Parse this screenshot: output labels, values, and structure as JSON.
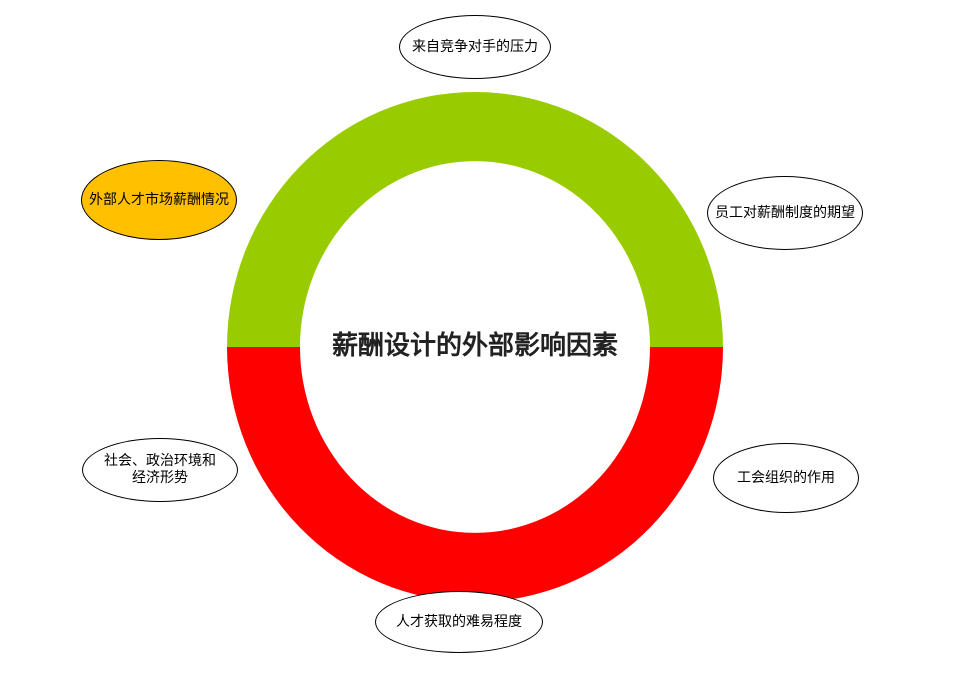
{
  "center": {
    "title": "薪酬设计的外部影响因素"
  },
  "ring": {
    "top_color": "#99cc00",
    "bottom_color": "#ff0000"
  },
  "factors": [
    {
      "label": "来自竞争对手的压力",
      "fill": "#ffffff"
    },
    {
      "label": "员工对薪酬制度的期望",
      "fill": "#ffffff"
    },
    {
      "label": "工会组织的作用",
      "fill": "#ffffff"
    },
    {
      "label": "人才获取的难易程度",
      "fill": "#ffffff"
    },
    {
      "label": "社会、政治环境和\n经济形势",
      "fill": "#ffffff"
    },
    {
      "label": "外部人才市场薪酬情况",
      "fill": "#ffc000"
    }
  ]
}
